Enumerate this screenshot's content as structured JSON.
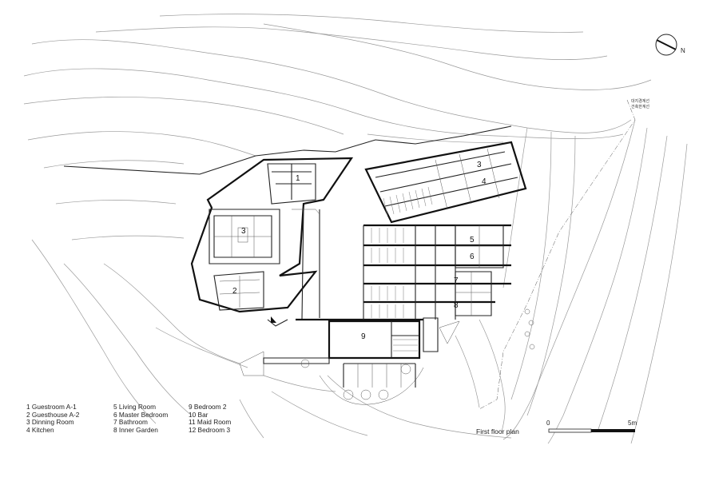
{
  "plan_title": "First floor plan",
  "legend": [
    {
      "num": "1",
      "name": "Guestroom A-1"
    },
    {
      "num": "2",
      "name": "Guesthouse A-2"
    },
    {
      "num": "3",
      "name": "Dinning Room"
    },
    {
      "num": "4",
      "name": "Kitchen"
    },
    {
      "num": "5",
      "name": "Living Room"
    },
    {
      "num": "6",
      "name": "Master Bedroom"
    },
    {
      "num": "7",
      "name": "Bathroom"
    },
    {
      "num": "8",
      "name": "Inner Garden"
    },
    {
      "num": "9",
      "name": "Bedroom 2"
    },
    {
      "num": "10",
      "name": "Bar"
    },
    {
      "num": "11",
      "name": "Maid Room"
    },
    {
      "num": "12",
      "name": "Bedroom 3"
    }
  ],
  "legend_lines": {
    "col1": [
      "1 Guestroom A-1",
      "2 Guesthouse A-2",
      "3 Dinning Room",
      "4 Kitchen"
    ],
    "col2": [
      "5 Living Room",
      "6 Master Bedroom",
      "7 Bathroom",
      "8 Inner Garden"
    ],
    "col3": [
      "9  Bedroom 2",
      "10 Bar",
      "11 Maid Room",
      "12 Bedroom 3"
    ]
  },
  "room_labels": {
    "r1": "1",
    "r2": "2",
    "r3": "3",
    "r4": "4",
    "r5": "5",
    "r6": "6",
    "r7": "7",
    "r8": "8",
    "r9": "9"
  },
  "scale_bar": {
    "start_label": "0",
    "end_label": "5m"
  },
  "north_label": "N",
  "site_note": [
    "대지경계선",
    "건축한계선"
  ],
  "colors": {
    "line": "#222222",
    "contour": "#9a9a9a",
    "background": "#ffffff"
  }
}
